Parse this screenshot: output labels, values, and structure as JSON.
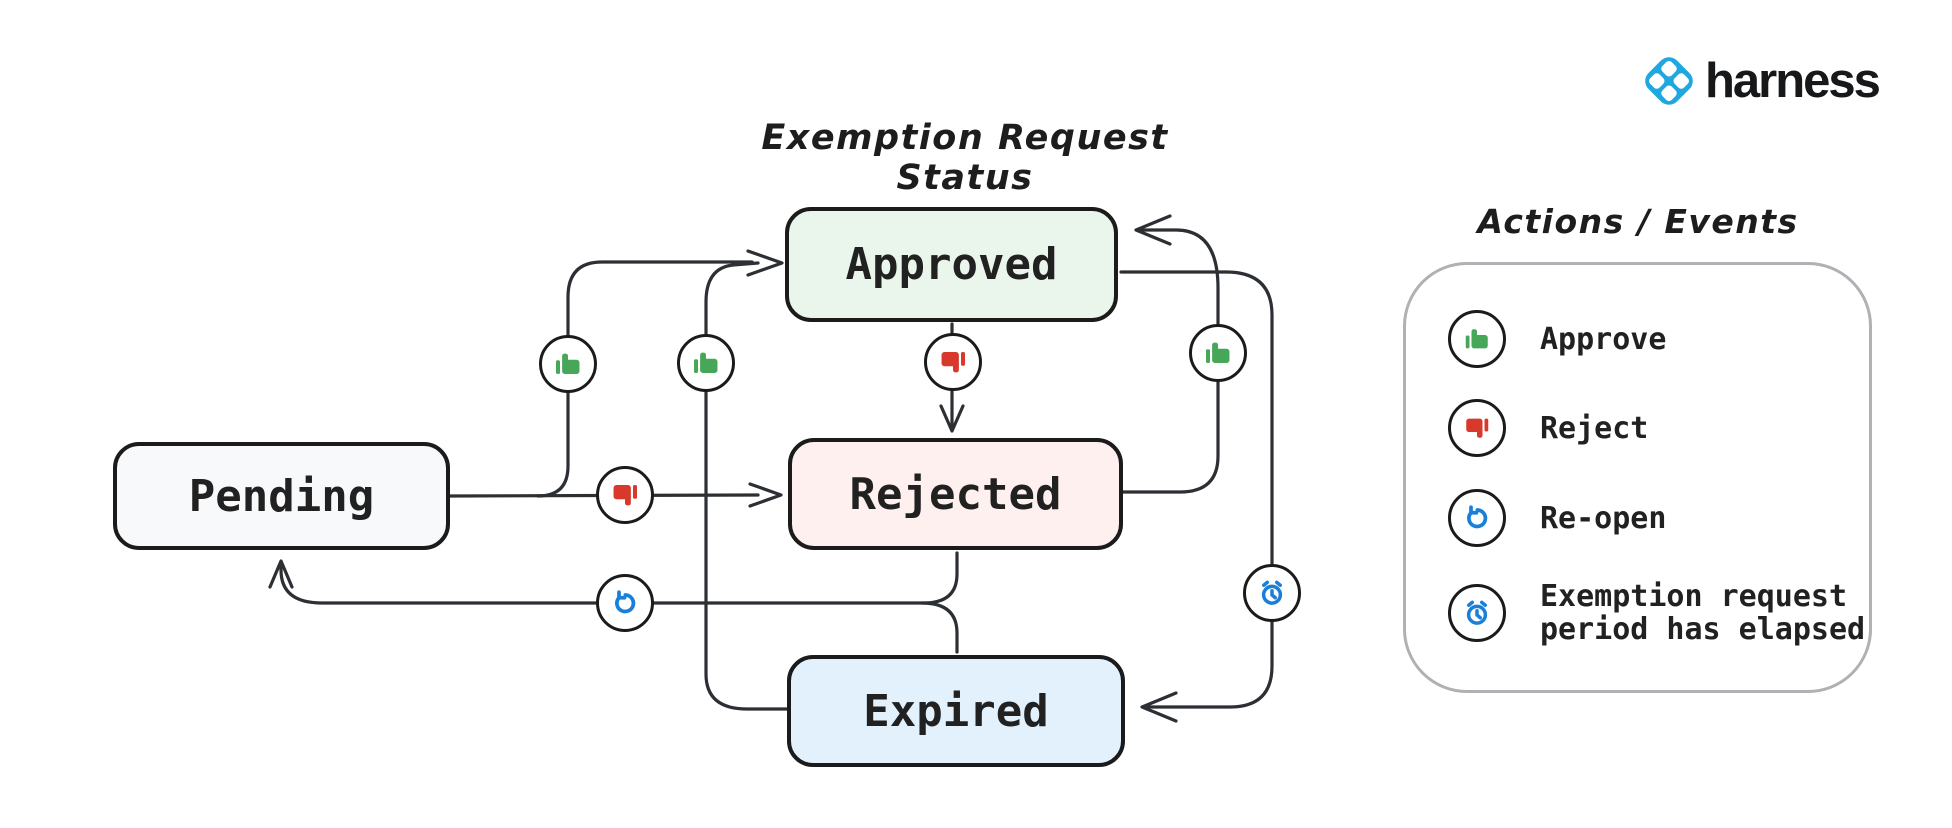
{
  "title": "Exemption Request Status",
  "logo": {
    "brand": "harness",
    "color": "#1fa8e0"
  },
  "nodes": [
    {
      "id": "pending",
      "label": "Pending",
      "fill": "#f7f9fa"
    },
    {
      "id": "approved",
      "label": "Approved",
      "fill": "#eaf6ec"
    },
    {
      "id": "rejected",
      "label": "Rejected",
      "fill": "#fdf0ee"
    },
    {
      "id": "expired",
      "label": "Expired",
      "fill": "#e2f1fc"
    }
  ],
  "edges": [
    {
      "from": "Pending",
      "to": "Approved",
      "action": "Approve"
    },
    {
      "from": "Pending",
      "to": "Rejected",
      "action": "Reject"
    },
    {
      "from": "Approved",
      "to": "Rejected",
      "action": "Reject"
    },
    {
      "from": "Rejected",
      "to": "Approved",
      "action": "Approve"
    },
    {
      "from": "Expired",
      "to": "Approved",
      "action": "Approve"
    },
    {
      "from": "Approved",
      "to": "Expired",
      "action": "Exemption request period has elapsed"
    },
    {
      "from": "Rejected",
      "to": "Pending",
      "action": "Re-open"
    },
    {
      "from": "Expired",
      "to": "Pending",
      "action": "Re-open"
    }
  ],
  "legend": {
    "title": "Actions / Events",
    "items": [
      {
        "icon": "thumbs-up-icon",
        "label": "Approve",
        "color": "#46a758"
      },
      {
        "icon": "thumbs-down-icon",
        "label": "Reject",
        "color": "#d8392c"
      },
      {
        "icon": "reopen-icon",
        "label": "Re-open",
        "color": "#1a7fd9"
      },
      {
        "icon": "alarm-clock-icon",
        "label": "Exemption request period has elapsed",
        "color": "#1a7fd9"
      }
    ]
  },
  "colors": {
    "node_border": "#1b1b1b",
    "wire": "#2c2f33",
    "approve_green": "#46a758",
    "reject_red": "#d8392c",
    "action_blue": "#1a7fd9",
    "legend_border": "#b0b0b5",
    "logo_blue": "#1fa8e0"
  }
}
